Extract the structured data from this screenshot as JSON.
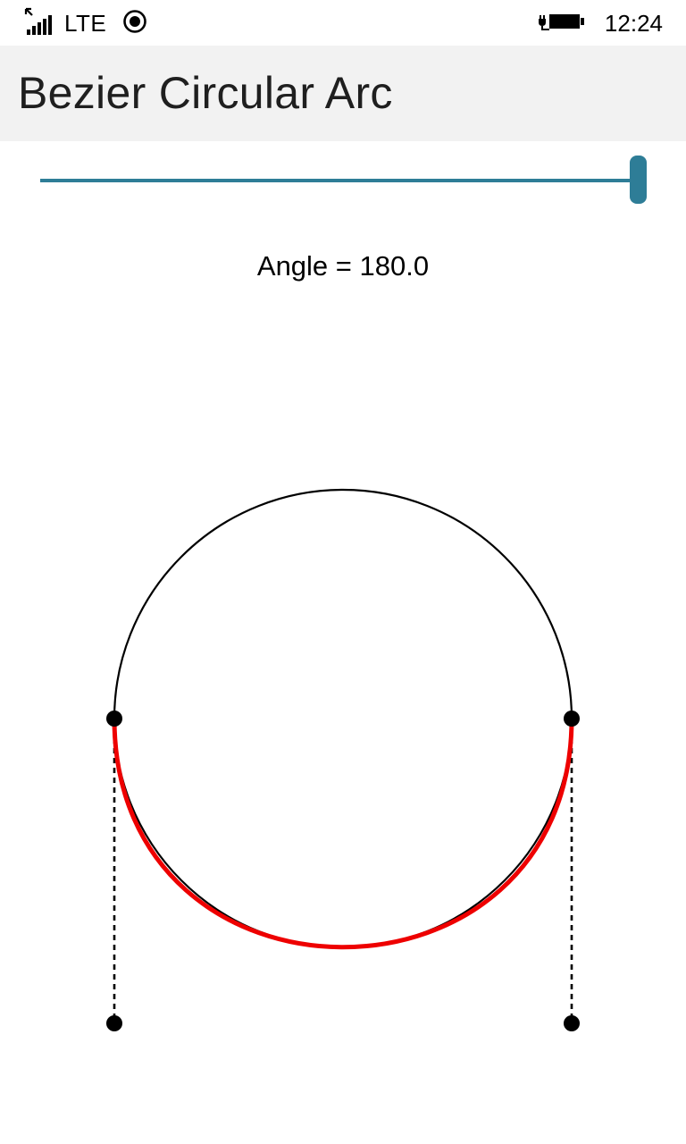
{
  "status_bar": {
    "network": "LTE",
    "time": "12:24",
    "icons": [
      "data-transfer-icon",
      "signal-strength-icon",
      "location-icon",
      "battery-charging-icon"
    ]
  },
  "app": {
    "title": "Bezier Circular Arc"
  },
  "slider": {
    "value_fraction": 1.0,
    "color": "#2e7d97"
  },
  "angle_readout": "Angle = 180.0",
  "figure": {
    "circle_color": "#000000",
    "arc_color": "#ee0000",
    "control_line_style": "dashed",
    "point_color": "#000000"
  }
}
